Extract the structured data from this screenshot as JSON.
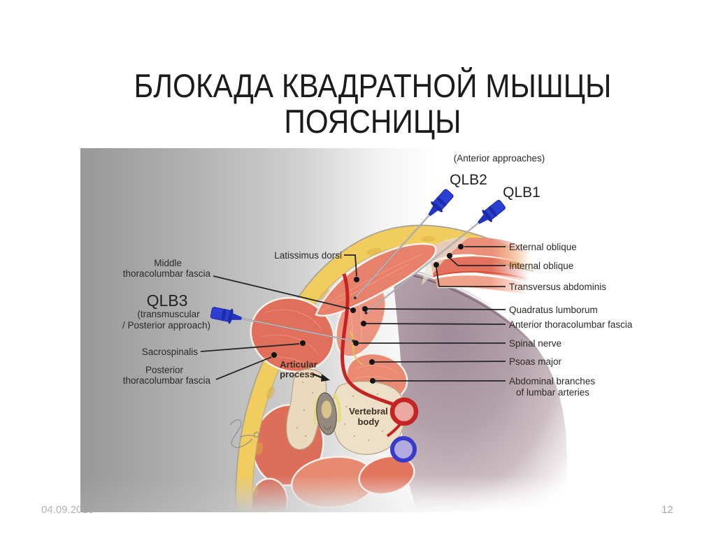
{
  "slide": {
    "title_line1": "БЛОКАДА КВАДРАТНОЙ МЫШЦЫ",
    "title_line2": "ПОЯСНИЦЫ",
    "footer": {
      "date": "04.09.2018",
      "page": "12"
    }
  },
  "figure": {
    "note_anterior": "(Anterior approaches)",
    "needles": {
      "qlb2": "QLB2",
      "qlb1": "QLB1",
      "qlb3": "QLB3",
      "qlb3_sub1": "(transmuscular",
      "qlb3_sub2": "/ Posterior approach)"
    },
    "left": {
      "latissimus": "Latissimus dorsi",
      "middle_1": "Middle",
      "middle_2": "thoracolumbar fascia",
      "sacrospinalis": "Sacrospinalis",
      "posterior_1": "Posterior",
      "posterior_2": "thoracolumbar fascia"
    },
    "right": {
      "external": "External oblique",
      "internal": "Internal oblique",
      "transversus": "Transversus abdominis",
      "quadratus": "Quadratus lumborum",
      "anterior_fascia": "Anterior thoracolumbar fascia",
      "spinal_nerve": "Spinal nerve",
      "psoas": "Psoas major",
      "abdominal_1": "Abdominal branches",
      "abdominal_2": "of lumbar arteries"
    },
    "inner": {
      "articular_1": "Articular",
      "articular_2": "process",
      "vertebral_1": "Vertebral",
      "vertebral_2": "body"
    },
    "palette": {
      "artery_red": "#c62323",
      "vein_blue": "#3a3ac9",
      "needle_blue": "#2b3fd0",
      "fat_yellow": "#f0cd5e",
      "muscle_salmon": "#e8816b",
      "cavity_mauve": "#a38f9c"
    }
  }
}
